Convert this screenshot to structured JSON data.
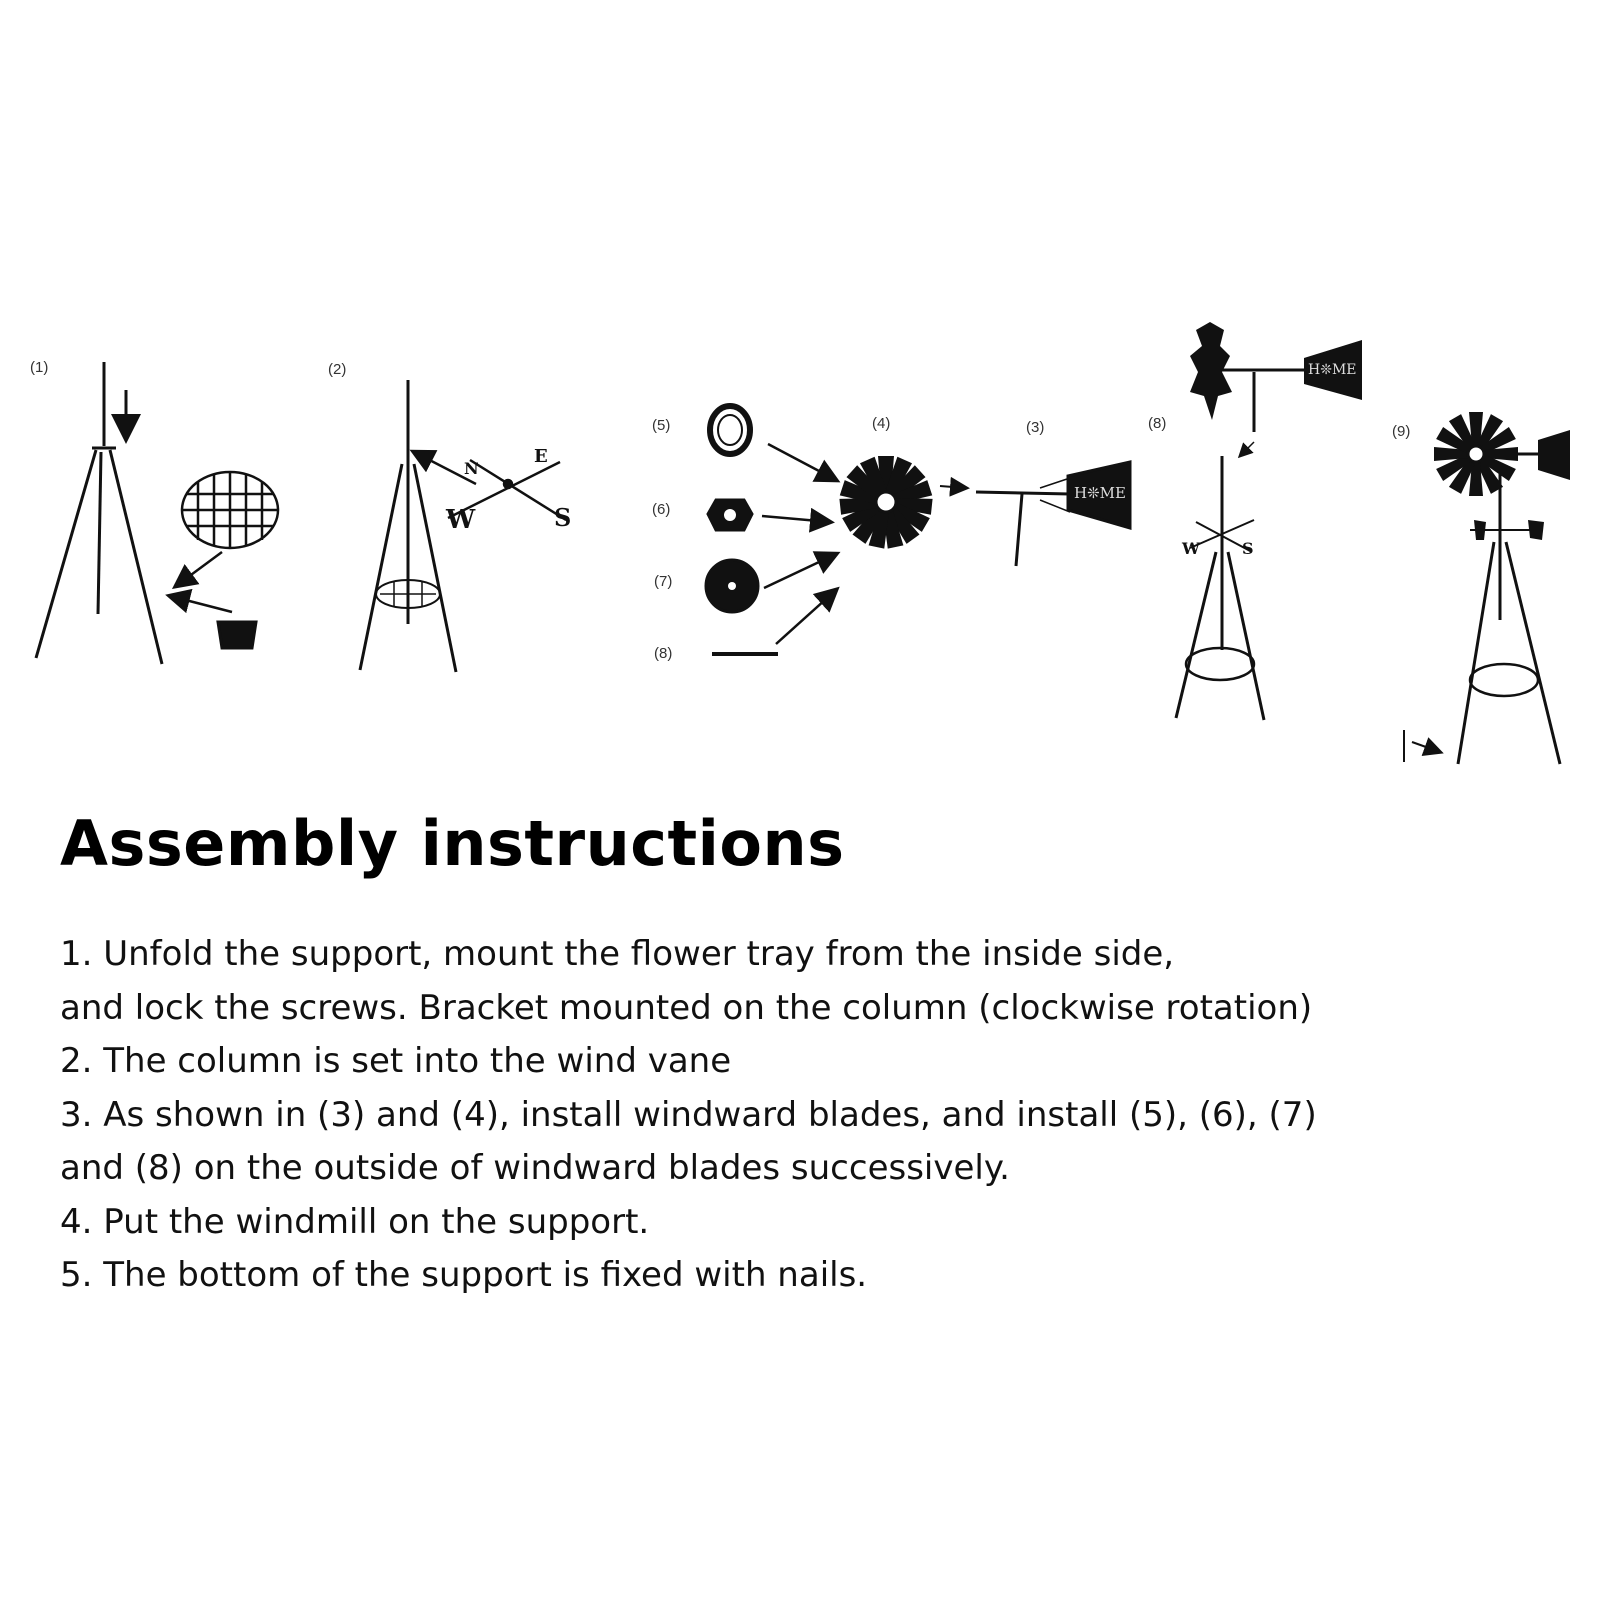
{
  "diagram": {
    "step_labels": [
      "(1)",
      "(2)",
      "(5)",
      "(4)",
      "(3)",
      "(8)",
      "(9)",
      "(6)",
      "(7)",
      "(8)"
    ],
    "tail_text": "H❊ME",
    "compass": {
      "n": "N",
      "e": "E",
      "s": "S",
      "w": "W"
    }
  },
  "title": "Assembly instructions",
  "lines": [
    "1. Unfold the support, mount the flower tray from the inside side,",
    "and lock the screws. Bracket mounted on the column (clockwise rotation)",
    "2. The column is set into the wind vane",
    "3. As shown in (3) and (4), install windward blades, and install (5), (6), (7)",
    "and (8) on the outside of windward blades successively.",
    "4. Put the windmill on the support.",
    "5. The bottom of the support is fixed with nails."
  ]
}
